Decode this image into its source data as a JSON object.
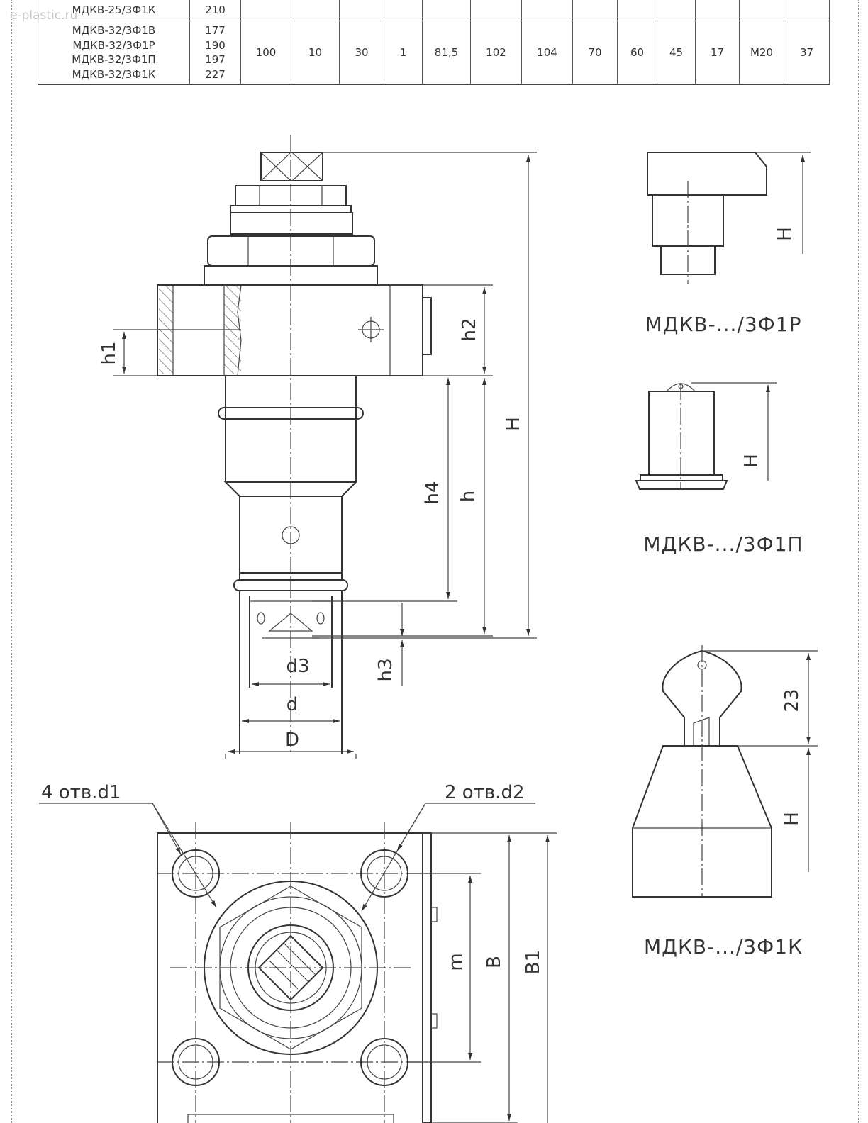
{
  "watermark": "e-plastic.ru",
  "table": {
    "rows": [
      {
        "models": [
          "МДКВ-25/3Ф1К"
        ],
        "masses": [
          "210"
        ],
        "values": [
          "",
          "",
          "",
          "",
          "",
          "",
          "",
          "",
          "",
          "",
          "",
          "",
          ""
        ]
      },
      {
        "models": [
          "МДКВ-32/3Ф1В",
          "МДКВ-32/3Ф1Р",
          "МДКВ-32/3Ф1П",
          "МДКВ-32/3Ф1К"
        ],
        "masses": [
          "177",
          "190",
          "197",
          "227"
        ],
        "values": [
          "100",
          "10",
          "30",
          "1",
          "81,5",
          "102",
          "104",
          "70",
          "60",
          "45",
          "17",
          "М20",
          "37"
        ]
      }
    ]
  },
  "drawing": {
    "labels": {
      "h1": "h1",
      "h2": "h2",
      "H": "H",
      "h4": "h4",
      "h": "h",
      "h3": "h3",
      "d3": "d3",
      "d": "d",
      "D": "D",
      "holes_d1": "4 отв.d1",
      "holes_d2": "2 отв.d2",
      "m": "m",
      "B": "B",
      "B1": "B1",
      "dim23": "23"
    },
    "variants": [
      {
        "caption": "МДКВ-.../3Ф1Р",
        "dim": "H"
      },
      {
        "caption": "МДКВ-.../3Ф1П",
        "dim": "H"
      },
      {
        "caption": "МДКВ-.../3Ф1К",
        "dim": "H"
      }
    ]
  }
}
